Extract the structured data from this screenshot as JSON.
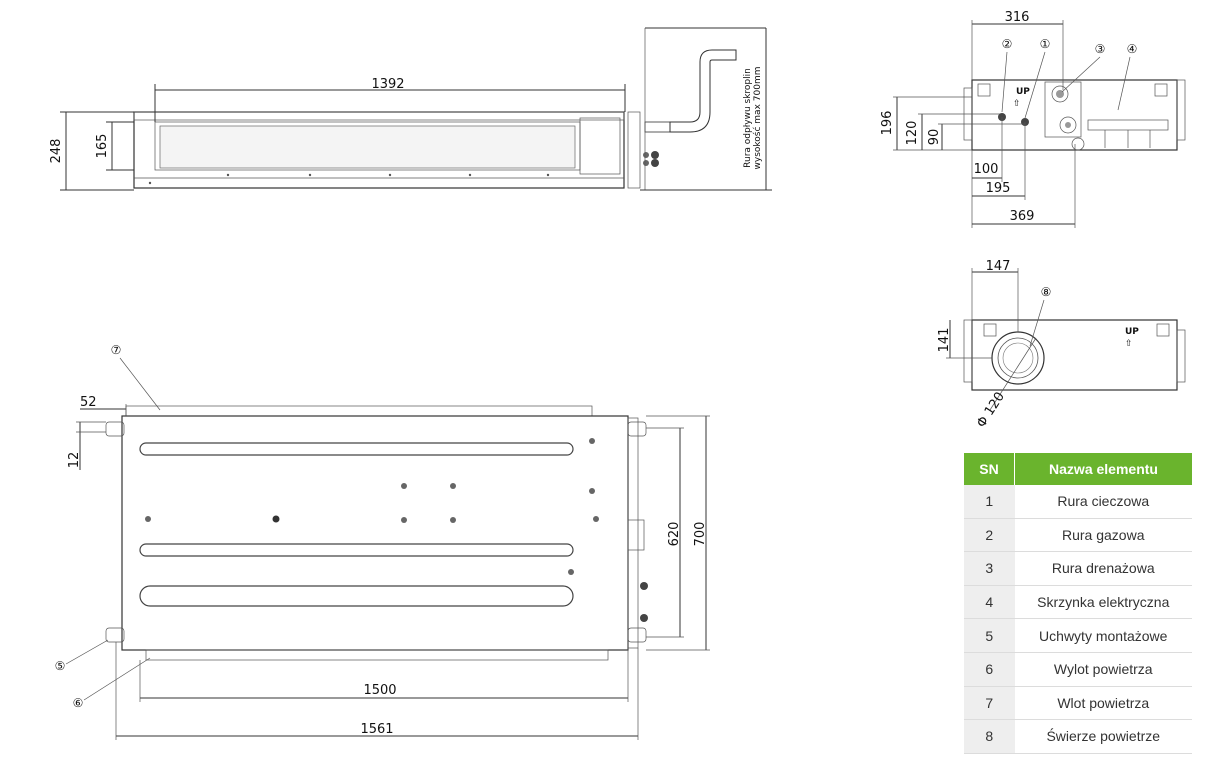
{
  "top_view": {
    "dim_width": "1392",
    "dim_height_total": "248",
    "dim_height_inner": "165",
    "drain_note_line1": "Rura odpływu skroplin",
    "drain_note_line2": "wysokość max 700mm"
  },
  "side_view": {
    "dim_316": "316",
    "dim_196": "196",
    "dim_120": "120",
    "dim_90": "90",
    "dim_100": "100",
    "dim_195": "195",
    "dim_369": "369",
    "up_label": "UP",
    "callouts": [
      "②",
      "①",
      "③",
      "④"
    ]
  },
  "rear_view": {
    "dim_147": "147",
    "dim_141": "141",
    "dim_phi": "Φ 120",
    "up_label": "UP",
    "callout": "⑧"
  },
  "bottom_view": {
    "dim_52": "52",
    "dim_12": "12",
    "dim_620": "620",
    "dim_700": "700",
    "dim_1500": "1500",
    "dim_1561": "1561",
    "callouts": [
      "⑦",
      "⑤",
      "⑥"
    ]
  },
  "legend": {
    "header_sn": "SN",
    "header_name": "Nazwa elementu",
    "rows": [
      {
        "sn": "1",
        "name": "Rura cieczowa"
      },
      {
        "sn": "2",
        "name": "Rura gazowa"
      },
      {
        "sn": "3",
        "name": "Rura drenażowa"
      },
      {
        "sn": "4",
        "name": "Skrzynka elektryczna"
      },
      {
        "sn": "5",
        "name": "Uchwyty montażowe"
      },
      {
        "sn": "6",
        "name": "Wylot powietrza"
      },
      {
        "sn": "7",
        "name": "Wlot powietrza"
      },
      {
        "sn": "8",
        "name": "Świerze powietrze"
      }
    ]
  },
  "colors": {
    "header_green": "#6ab42d",
    "sn_cell_grey": "#eeeeee"
  }
}
